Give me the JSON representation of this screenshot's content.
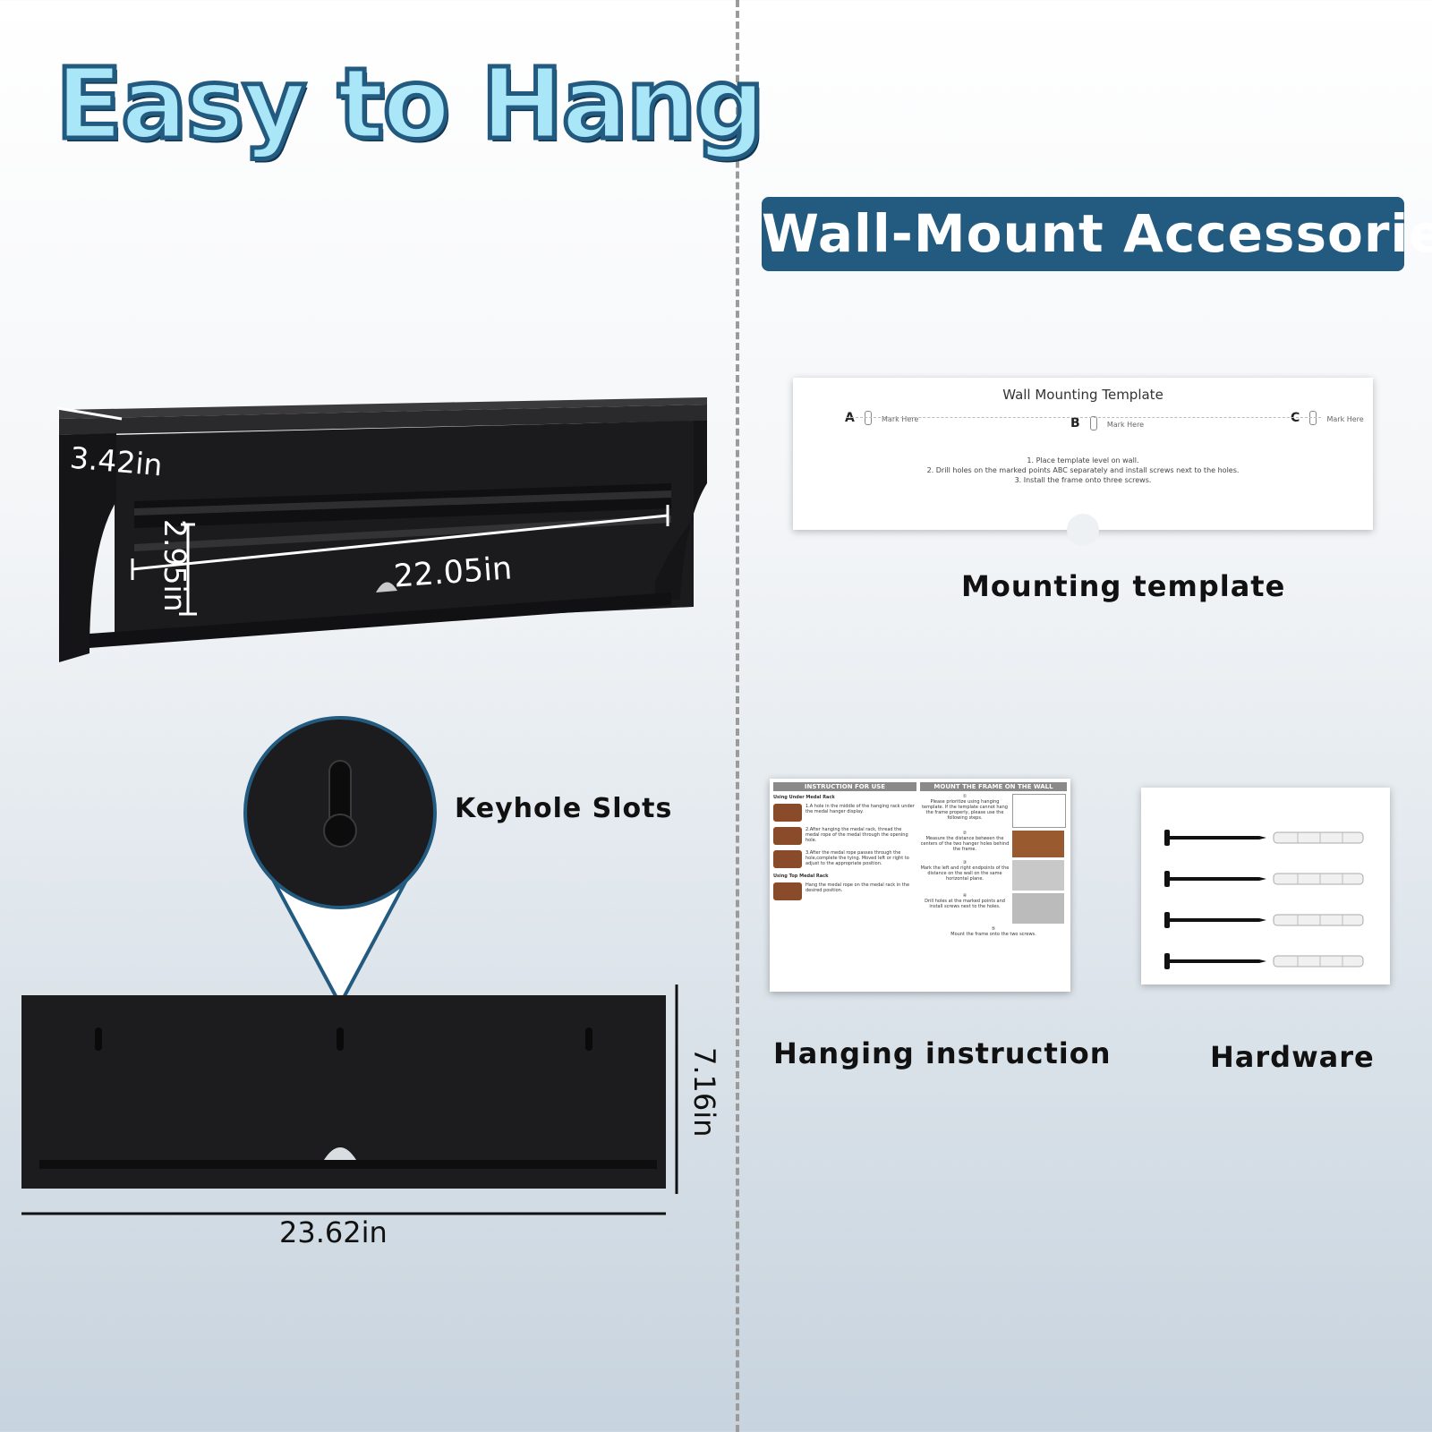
{
  "headline": "Easy to Hang",
  "banner": "Wall-Mount Accessories",
  "shelf_dimensions": {
    "depth": "3.42in",
    "height": "2.95in",
    "length": "22.05in"
  },
  "back_dimensions": {
    "width": "23.62in",
    "height": "7.16in"
  },
  "keyhole_label": "Keyhole Slots",
  "template": {
    "title": "Wall Mounting Template",
    "marks": [
      {
        "letter": "A",
        "label": "Mark Here"
      },
      {
        "letter": "B",
        "label": "Mark Here"
      },
      {
        "letter": "C",
        "label": "Mark Here"
      }
    ],
    "steps": [
      "1. Place template level on wall.",
      "2. Drill holes on the marked points ABC separately and install screws next to the holes.",
      "3. Install the frame onto three screws."
    ],
    "caption": "Mounting template"
  },
  "instruction_sheet": {
    "left_header": "INSTRUCTION FOR USE",
    "right_header": "MOUNT THE FRAME ON THE WALL",
    "left_sub1": "Using Under Medal Rack",
    "left_steps": [
      "1.A hole in the middle of the hanging rack under the medal hanger display.",
      "2.After hanging the medal rack, thread the medal rope of the medal through the opening hole.",
      "3.After the medal rope passes through the hole,complete the tying. Moved left or right to adjust to the appropriate position."
    ],
    "left_sub2": "Using Top Medal Rack",
    "left_step4": "Hang the medal rope on the medal rack in the desired position.",
    "right_steps": [
      {
        "num": "①",
        "text": "Please prioritize using hanging template. If the template cannot hang the frame properly, please use the following steps."
      },
      {
        "num": "②",
        "text": "Measure the distance between the centers of the two hanger holes behind the frame."
      },
      {
        "num": "③",
        "text": "Mark the left and right endpoints of the distance on the wall on the same horizontal plane."
      },
      {
        "num": "④",
        "text": "Drill holes at the marked points and install screws next to the holes."
      },
      {
        "num": "⑤",
        "text": "Mount the frame onto the two screws."
      }
    ],
    "caption": "Hanging instruction"
  },
  "hardware": {
    "caption": "Hardware",
    "pairs": 4
  },
  "colors": {
    "accent": "#235a7f",
    "headline_fill": "#a9e6f7",
    "shelf": "#1c1c1e"
  }
}
